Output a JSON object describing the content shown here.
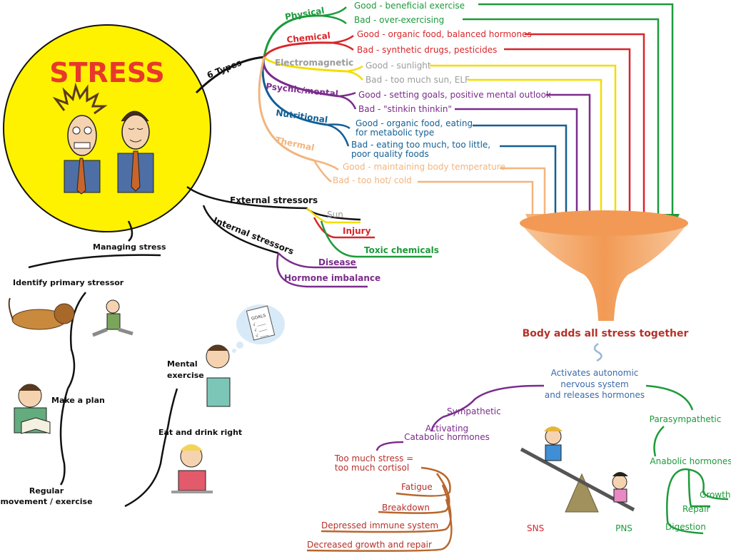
{
  "title": "STRESS",
  "six_types_label": "6 Types",
  "types": [
    {
      "name": "Physical",
      "color": "#1d9a3a",
      "good": "Good - beneficial exercise",
      "bad": "Bad -  over-exercising"
    },
    {
      "name": "Chemical",
      "color": "#d8262a",
      "good": "Good - organic food, balanced hormones",
      "bad": "Bad - synthetic drugs, pesticides"
    },
    {
      "name": "Electromagnetic",
      "color": "#f2dd00",
      "label_color": "#9c9c9c",
      "good": "Good - sunlight",
      "bad": "Bad - too much sun, ELF"
    },
    {
      "name": "Psychic/mental",
      "color": "#7b2c8c",
      "good": "Good - setting goals, positive mental outlook",
      "bad": "Bad - \"stinkin thinkin\""
    },
    {
      "name": "Nutritional",
      "color": "#135f95",
      "good_lines": [
        "Good - organic food, eating",
        "for metabolic type"
      ],
      "bad_lines": [
        "Bad - eating too much, too little,",
        "poor quality foods"
      ]
    },
    {
      "name": "Thermal",
      "color": "#f3b47d",
      "good": "Good - maintaining body temperature",
      "bad": "Bad - too hot/ cold"
    }
  ],
  "external": {
    "label": "External stressors",
    "items": [
      "Sun",
      "Injury",
      "Toxic chemicals"
    ]
  },
  "internal": {
    "label": "Internal stressors",
    "items": [
      "Disease",
      "Hormone imbalance"
    ]
  },
  "funnel_caption": "Body adds all stress together",
  "autonomic_lines": [
    "Activates autonomic",
    "nervous system",
    "and releases hormones"
  ],
  "sympathetic": {
    "label": "Sympathetic",
    "activating_lines": [
      "Activating",
      "Catabolic hormones"
    ],
    "too_much_lines": [
      "Too much stress =",
      "too much cortisol"
    ],
    "effects": [
      "Fatigue",
      "Breakdown",
      "Depressed immune system",
      "Decreased growth and repair"
    ]
  },
  "parasympathetic": {
    "label": "Parasympathetic",
    "anabolic": "Anabolic hormones",
    "effects": [
      "Growth",
      "Repair",
      "Digestion"
    ]
  },
  "seesaw": {
    "left": "SNS",
    "right": "PNS"
  },
  "managing": {
    "label": "Managing stress",
    "steps": [
      "Identify primary stressor",
      "Make a plan"
    ],
    "regular_lines": [
      "Regular",
      "movement / exercise"
    ],
    "eat": "Eat and drink right",
    "mental_lines": [
      "Mental",
      "exercise"
    ],
    "goals_note": [
      "GOALS",
      "√ ____",
      "√ ____",
      "√ ____"
    ]
  }
}
